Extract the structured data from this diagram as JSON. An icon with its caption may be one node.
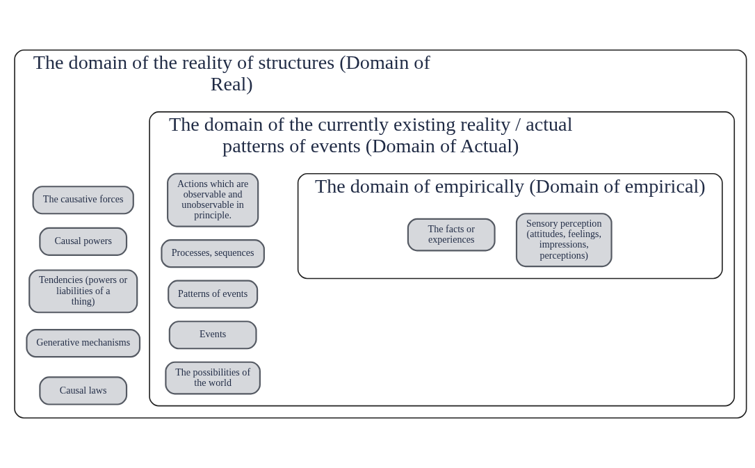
{
  "diagram": {
    "nodes": [
      {
        "text": [
          "The domain of the reality of structures (Domain of Real)"
        ]
      },
      {
        "text": [
          "The causative forces"
        ],
        "in": 0
      },
      {
        "text": [
          "Causal powers"
        ],
        "in": 0
      },
      {
        "text": [
          "Tendencies (powers or liabilities of a thing)"
        ],
        "in": 0
      },
      {
        "text": [
          "Generative mechanisms"
        ],
        "in": 0
      },
      {
        "text": [
          "Causal laws"
        ],
        "in": 0
      },
      {
        "text": [
          "The domain of the currently existing reality / actual patterns of events (Domain of Actual)"
        ],
        "in": 0
      },
      {
        "text": [
          "Actions which are observable and unobservable in principle."
        ],
        "in": 6
      },
      {
        "text": [
          "Processes, sequences"
        ],
        "in": 6
      },
      {
        "text": [
          "Patterns of events"
        ],
        "in": 6
      },
      {
        "text": [
          "Events"
        ],
        "in": 6
      },
      {
        "text": [
          "The possibilities of the world"
        ],
        "in": 6
      },
      {
        "text": [
          "The domain of empirically (Domain of empirical)"
        ],
        "in": 6
      },
      {
        "text": [
          "The facts or experiences"
        ],
        "in": 12
      },
      {
        "text": [
          "Sensory perception (attitudes, feelings, impressions, perceptions)"
        ],
        "in": 12
      }
    ]
  }
}
